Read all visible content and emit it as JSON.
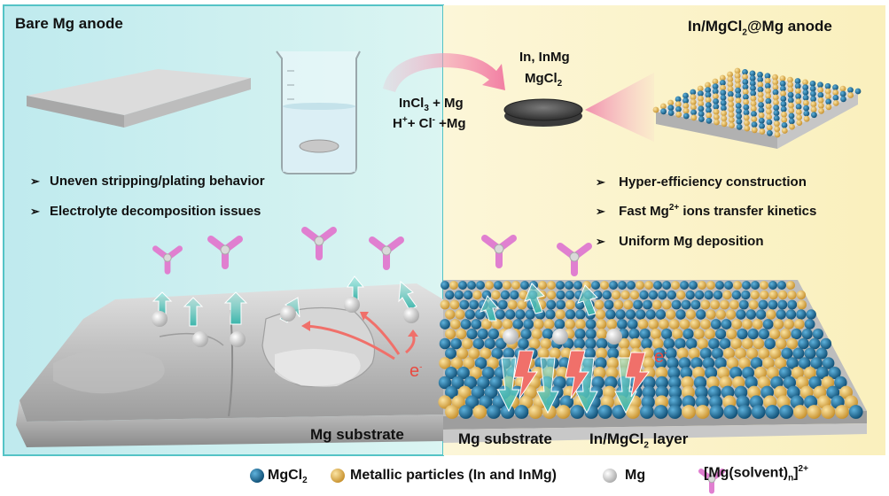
{
  "left_panel": {
    "title": "Bare Mg anode",
    "bullets": [
      "Uneven stripping/plating behavior",
      "Electrolyte decomposition issues"
    ],
    "substrate_label": "Mg substrate",
    "electron_label": "e",
    "electron_sup": "-",
    "bg_color": "#c9eef0"
  },
  "right_panel": {
    "title_pre": "In/MgCl",
    "title_sub": "2",
    "title_post": "@Mg anode",
    "bullets": [
      {
        "pre": "Hyper-efficiency construction",
        "sup": "",
        "post": ""
      },
      {
        "pre": "Fast Mg",
        "sup": "2+",
        "post": " ions transfer kinetics"
      },
      {
        "pre": "Uniform Mg deposition",
        "sup": "",
        "post": ""
      }
    ],
    "substrate_label": "Mg substrate",
    "layer_label_pre": "In/MgCl",
    "layer_label_sub": "2",
    "layer_label_post": " layer",
    "electron_label": "e",
    "electron_sup": "-",
    "bg_color": "#fbf3c7"
  },
  "center": {
    "reaction_line1_pre": "InCl",
    "reaction_line1_sub": "3",
    "reaction_line1_post": " + Mg",
    "reaction_line2_a": "H",
    "reaction_line2_sup1": "+",
    "reaction_line2_b": "+ Cl",
    "reaction_line2_sup2": "-",
    "reaction_line2_c": " +Mg",
    "product_line1": "In, InMg",
    "product_line2_pre": "MgCl",
    "product_line2_sub": "2"
  },
  "legend": {
    "mgcl2_pre": "MgCl",
    "mgcl2_sub": "2",
    "metallic": "Metallic particles (In and InMg)",
    "mg": "Mg",
    "solvent_pre": "[Mg(solvent)",
    "solvent_sub": "n",
    "solvent_post": "]",
    "solvent_sup": "2+"
  },
  "colors": {
    "mgcl2": "#1e6d96",
    "metallic": "#e2b450",
    "mg": "#e6e6e6",
    "solvent": "#e07fd0",
    "arrow_teal": "#58c7bd",
    "electron_red": "#f0706a"
  }
}
